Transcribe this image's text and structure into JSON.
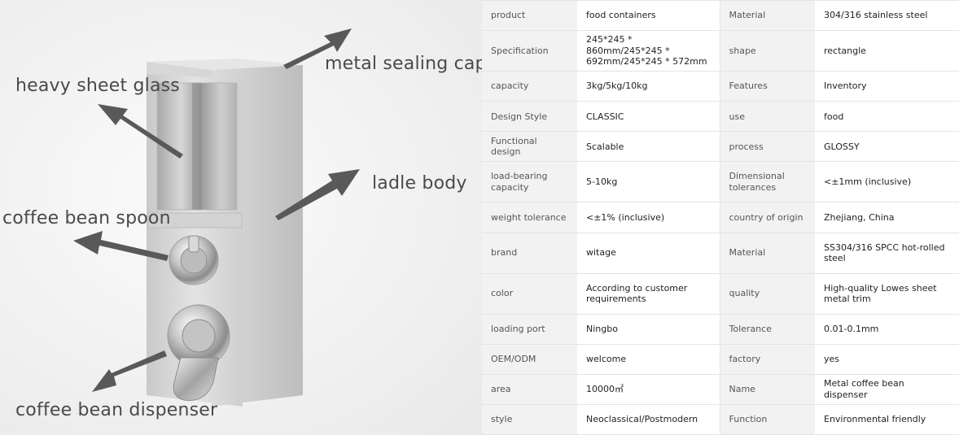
{
  "callouts": {
    "metal_sealing_cap": "metal sealing cap",
    "heavy_sheet_glass": "heavy sheet glass",
    "ladle_body": "ladle body",
    "coffee_bean_spoon": "coffee bean spoon",
    "coffee_bean_dispenser": "coffee bean dispenser"
  },
  "specs": [
    {
      "k1": "product",
      "v1": "food containers",
      "k2": "Material",
      "v2": "304/316 stainless steel"
    },
    {
      "k1": "Specification",
      "v1": "245*245 * 860mm/245*245 * 692mm/245*245 * 572mm",
      "k2": "shape",
      "v2": "rectangle"
    },
    {
      "k1": "capacity",
      "v1": "3kg/5kg/10kg",
      "k2": "Features",
      "v2": "Inventory"
    },
    {
      "k1": "Design Style",
      "v1": "CLASSIC",
      "k2": "use",
      "v2": "food"
    },
    {
      "k1": "Functional design",
      "v1": "Scalable",
      "k2": "process",
      "v2": "GLOSSY"
    },
    {
      "k1": "load-bearing capacity",
      "v1": "5-10kg",
      "k2": "Dimensional tolerances",
      "v2": "<±1mm (inclusive)"
    },
    {
      "k1": "weight tolerance",
      "v1": "<±1% (inclusive)",
      "k2": "country of origin",
      "v2": "Zhejiang, China"
    },
    {
      "k1": "brand",
      "v1": "witage",
      "k2": "Material",
      "v2": "SS304/316 SPCC hot-rolled steel"
    },
    {
      "k1": "color",
      "v1": "According to customer requirements",
      "k2": "quality",
      "v2": "High-quality Lowes sheet metal trim"
    },
    {
      "k1": "loading port",
      "v1": "Ningbo",
      "k2": "Tolerance",
      "v2": "0.01-0.1mm"
    },
    {
      "k1": "OEM/ODM",
      "v1": "welcome",
      "k2": "factory",
      "v2": "yes"
    },
    {
      "k1": "area",
      "v1": "10000㎡",
      "k2": "Name",
      "v2": "Metal coffee bean dispenser"
    },
    {
      "k1": "style",
      "v1": "Neoclassical/Postmodern",
      "k2": "Function",
      "v2": "Environmental friendly"
    }
  ]
}
